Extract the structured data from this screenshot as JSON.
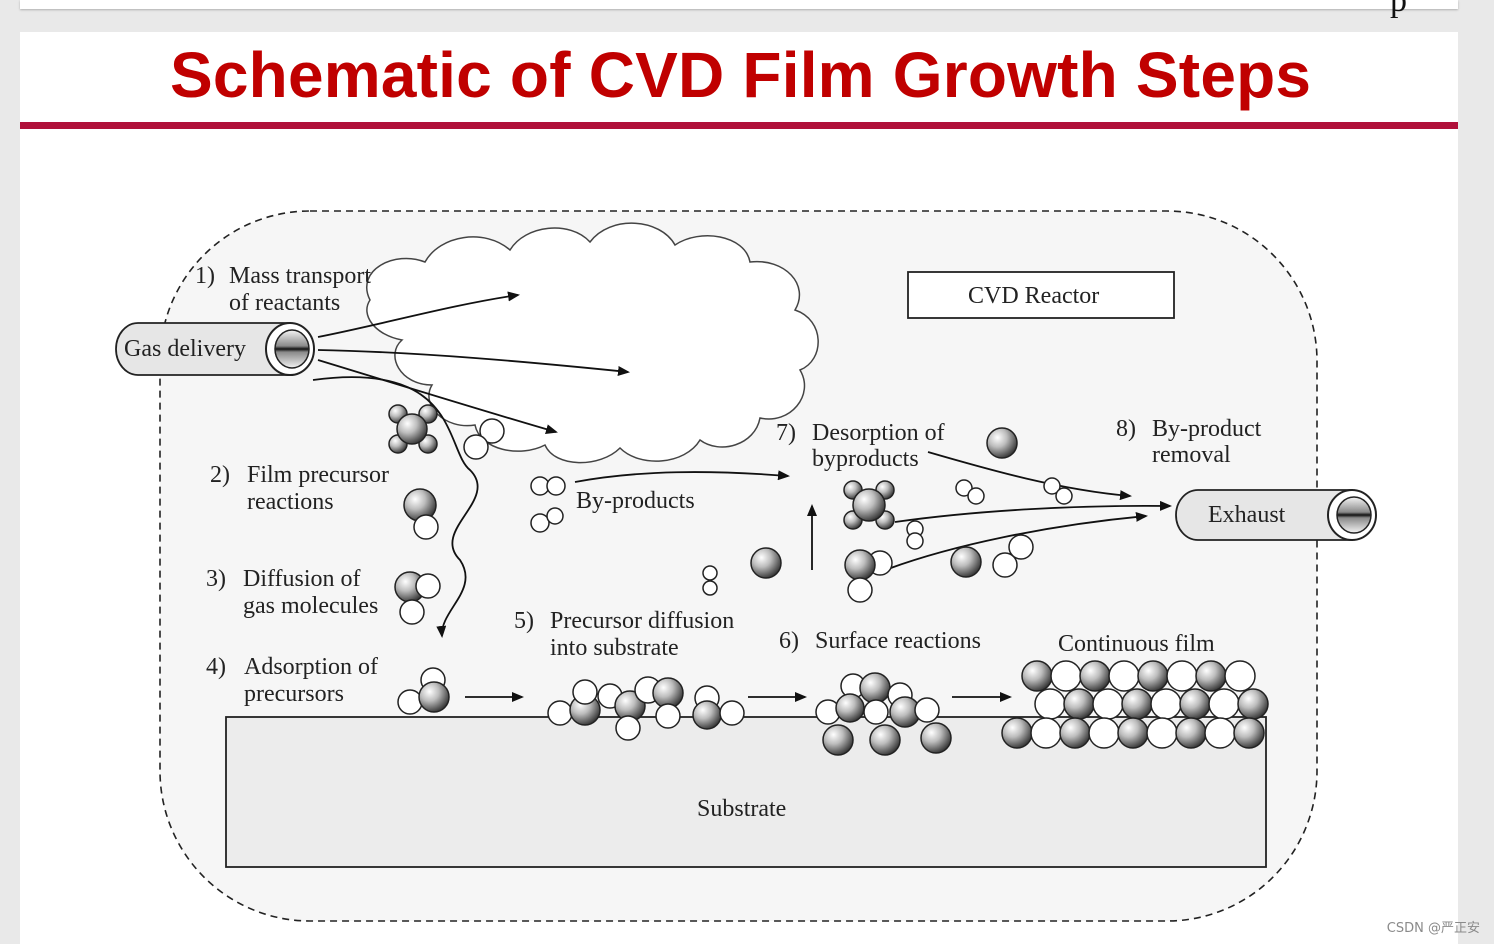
{
  "slide": {
    "title": "Schematic of CVD Film Growth Steps",
    "top_glyph": "p"
  },
  "diagram": {
    "reactor_label": "CVD Reactor",
    "gas_delivery": "Gas delivery",
    "exhaust": "Exhaust",
    "substrate": "Substrate",
    "byproducts": "By-products",
    "continuous_film": "Continuous film",
    "steps": [
      {
        "num": "1)",
        "line1": "Mass transport",
        "line2": "of reactants"
      },
      {
        "num": "2)",
        "line1": "Film precursor",
        "line2": "reactions"
      },
      {
        "num": "3)",
        "line1": "Diffusion of",
        "line2": "gas molecules"
      },
      {
        "num": "4)",
        "line1": "Adsorption of",
        "line2": "precursors"
      },
      {
        "num": "5)",
        "line1": "Precursor diffusion",
        "line2": "into substrate"
      },
      {
        "num": "6)",
        "line1": "Surface reactions",
        "line2": ""
      },
      {
        "num": "7)",
        "line1": "Desorption of",
        "line2": "byproducts"
      },
      {
        "num": "8)",
        "line1": "By-product",
        "line2": "removal"
      }
    ]
  },
  "watermark": "CSDN @严正安",
  "colors": {
    "title": "#c00000",
    "rule": "#b0103a"
  }
}
